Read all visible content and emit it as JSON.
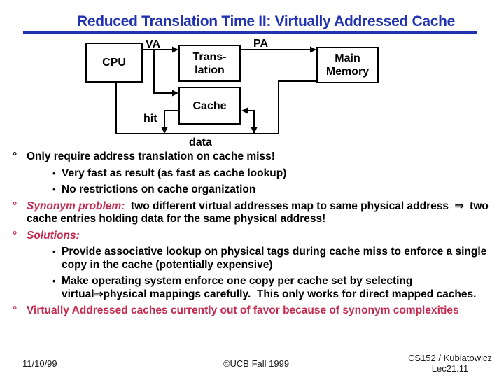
{
  "slide": {
    "title": "Reduced Translation Time II: Virtually Addressed Cache",
    "colors": {
      "title_blue": "#2233b2",
      "accent_red": "#c62a4f",
      "text_black": "#000000"
    }
  },
  "diagram": {
    "boxes": {
      "cpu": "CPU",
      "translation_line1": "Trans-",
      "translation_line2": "lation",
      "cache": "Cache",
      "main_memory_line1": "Main",
      "main_memory_line2": "Memory"
    },
    "labels": {
      "va": "VA",
      "pa": "PA",
      "hit": "hit",
      "data": "data"
    }
  },
  "bullets": {
    "marker_degree": "°",
    "marker_dot": "•",
    "b1": "Only require address translation on cache miss!",
    "b1a": "Very fast as result (as fast as cache lookup)",
    "b1b": "No restrictions on cache organization",
    "b2_label": "Synonym problem:",
    "b2_rest": "  two different virtual addresses map to same physical address  ⇒  two cache entries holding data for the same physical address!",
    "b3_label": "Solutions:",
    "b3a": "Provide associative lookup on physical tags during cache miss to enforce a single copy in the cache (potentially expensive)",
    "b3b": "Make operating system enforce one copy per cache set by selecting virtual⇒physical mappings carefully.  This only works for direct mapped caches.",
    "b4": "Virtually Addressed caches currently out of favor because of synonym complexities"
  },
  "footer": {
    "date": "11/10/99",
    "center": "©UCB Fall 1999",
    "course": "CS152 / Kubiatowicz",
    "lecture": "Lec21.11"
  }
}
